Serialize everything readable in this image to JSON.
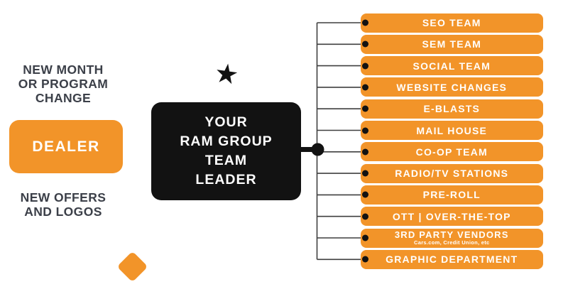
{
  "left_panel": {
    "top_note": "NEW MONTH\nOR PROGRAM\nCHANGE",
    "dealer_label": "DEALER",
    "bottom_note": "NEW OFFERS\nAND LOGOS"
  },
  "icons": {
    "star": "★"
  },
  "leader_box": {
    "label": "YOUR\nRAM GROUP\nTEAM\nLEADER"
  },
  "teams": [
    {
      "label": "SEO TEAM"
    },
    {
      "label": "SEM TEAM"
    },
    {
      "label": "SOCIAL TEAM"
    },
    {
      "label": "WEBSITE CHANGES"
    },
    {
      "label": "E-BLASTS"
    },
    {
      "label": "MAIL HOUSE"
    },
    {
      "label": "CO-OP TEAM"
    },
    {
      "label": "RADIO/TV STATIONS"
    },
    {
      "label": "PRE-ROLL"
    },
    {
      "label": "OTT | OVER-THE-TOP"
    },
    {
      "label": "3RD PARTY VENDORS",
      "sublabel": "Cars.com, Credit Union, etc"
    },
    {
      "label": "GRAPHIC DEPARTMENT"
    }
  ],
  "colors": {
    "orange": "#F29429",
    "ink": "#121212",
    "note_text": "#3C4049",
    "wire": "#3F3F3F",
    "white": "#FFFFFF"
  }
}
